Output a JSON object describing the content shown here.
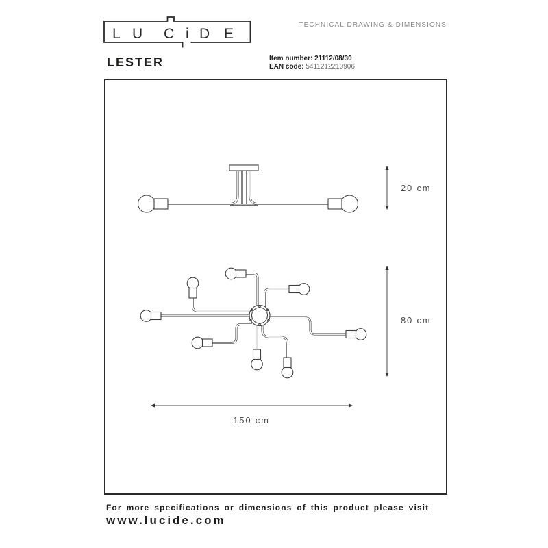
{
  "header": {
    "logo_letters": [
      "L",
      "U",
      "C",
      "i",
      "D",
      "E"
    ],
    "doc_type": "TECHNICAL DRAWING & DIMENSIONS",
    "product_name": "LESTER",
    "item_number_label": "Item number:",
    "item_number": "21112/08/30",
    "ean_label": "EAN code:",
    "ean_code": "5411212210906"
  },
  "drawing": {
    "views": [
      "side-view-ceiling-mounted",
      "top-view-8-arm-spider"
    ],
    "bulb_count": 8,
    "dimensions": {
      "fixture_height": "20 cm",
      "fixture_width": "80 cm",
      "fixture_length": "150 cm"
    }
  },
  "footer": {
    "note": "For more specifications or dimensions of this product please visit",
    "website": "www.lucide.com"
  },
  "colors": {
    "line": "#3f3f3f",
    "text": "#1d1d1b",
    "muted_text": "#8a8a8a",
    "dimension_text": "#4d4d4d"
  }
}
